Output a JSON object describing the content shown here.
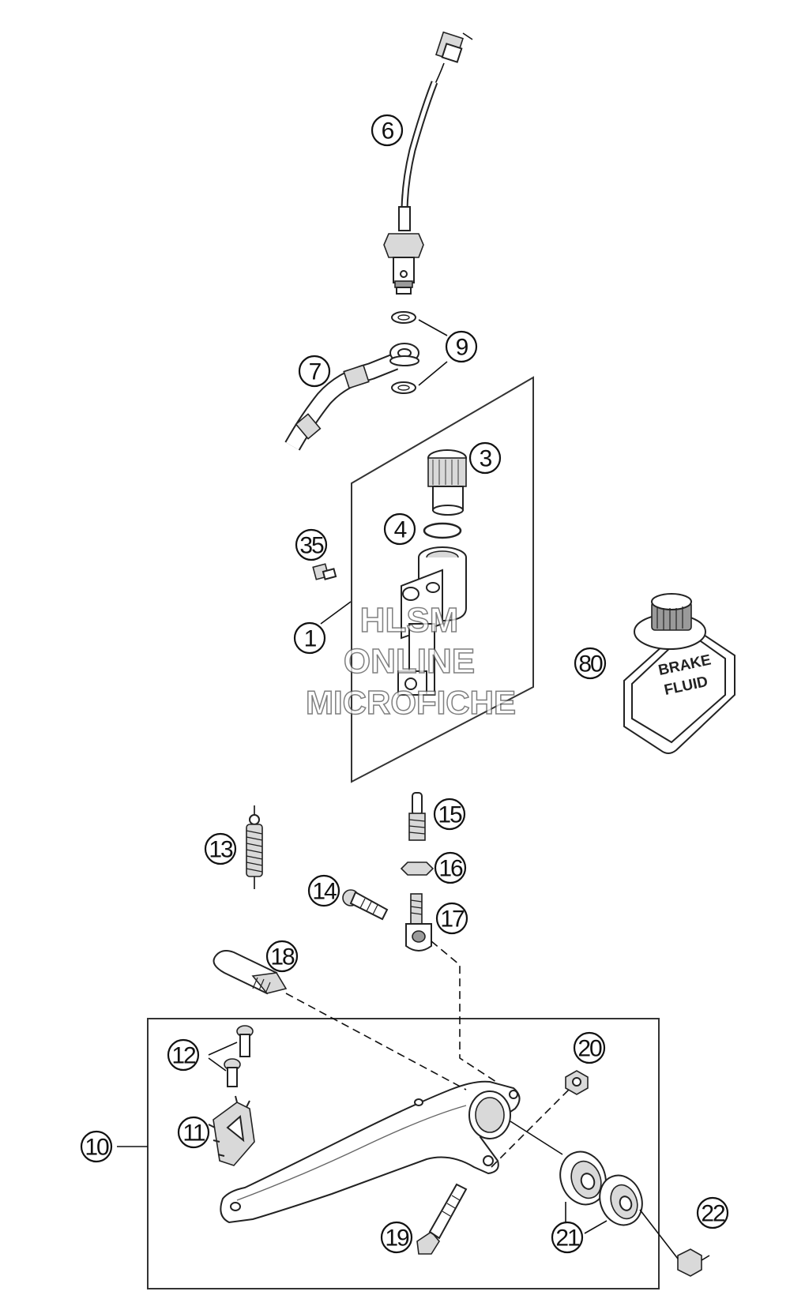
{
  "watermark": {
    "line1": "HLSM",
    "line2": "ONLINE",
    "line3": "MICROFICHE"
  },
  "brake_fluid_label": {
    "line1": "BRAKE",
    "line2": "FLUID"
  },
  "callouts": {
    "c1": "1",
    "c3": "3",
    "c4": "4",
    "c6": "6",
    "c7": "7",
    "c9": "9",
    "c10": "10",
    "c11": "11",
    "c12": "12",
    "c13": "13",
    "c14": "14",
    "c15": "15",
    "c16": "16",
    "c17": "17",
    "c18": "18",
    "c19": "19",
    "c20": "20",
    "c21": "21",
    "c22": "22",
    "c35": "35",
    "c80": "80"
  }
}
